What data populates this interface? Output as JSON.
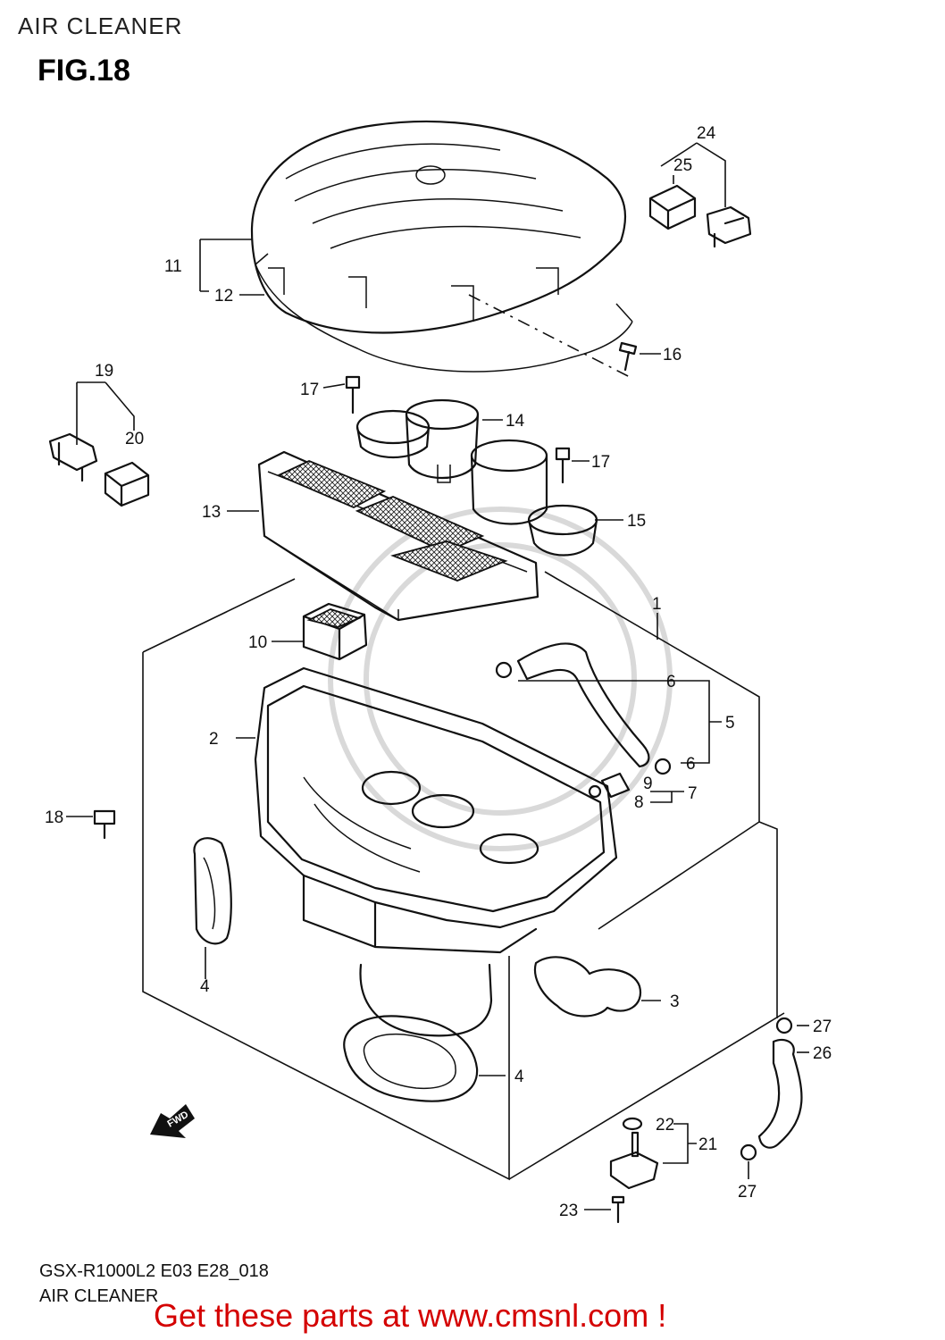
{
  "page": {
    "header": "AIR CLEANER",
    "figure": "FIG.18",
    "footer_code": "GSX-R1000L2 E03 E28_018",
    "footer_name": "AIR CLEANER",
    "cta": "Get these parts at www.cmsnl.com !",
    "cta_color": "#d40000"
  },
  "callouts": {
    "c1": "1",
    "c2": "2",
    "c3": "3",
    "c4a": "4",
    "c4b": "4",
    "c5": "5",
    "c6a": "6",
    "c6b": "6",
    "c7": "7",
    "c8": "8",
    "c9": "9",
    "c10": "10",
    "c11": "11",
    "c12": "12",
    "c13": "13",
    "c14": "14",
    "c15": "15",
    "c16": "16",
    "c17a": "17",
    "c17b": "17",
    "c18": "18",
    "c19": "19",
    "c20": "20",
    "c21": "21",
    "c22": "22",
    "c23": "23",
    "c24": "24",
    "c25": "25",
    "c26": "26",
    "c27a": "27",
    "c27b": "27",
    "fwd": "FWD"
  }
}
